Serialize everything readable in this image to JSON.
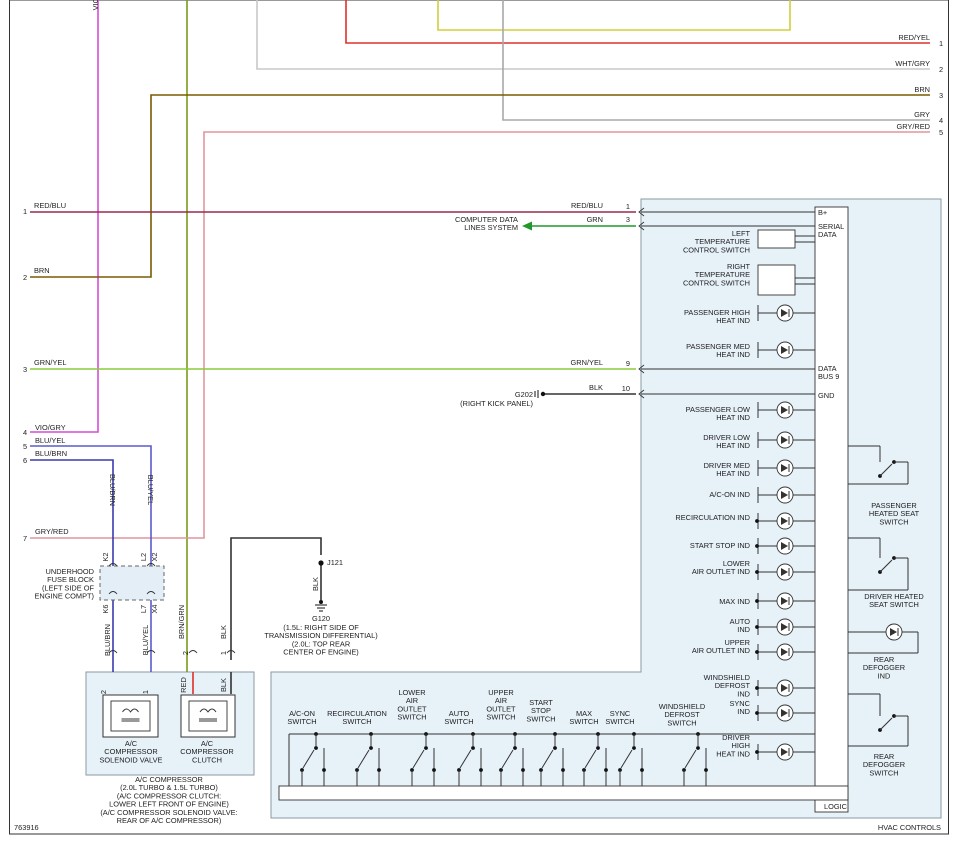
{
  "diagram": {
    "figure_id": "763916",
    "wires": [
      {
        "label": "VIO",
        "color": "#d44fd4"
      },
      {
        "label": "RED/YEL",
        "pin": "1",
        "color": "#e0302a"
      },
      {
        "label": "WHT/GRY",
        "pin": "2",
        "color": "#c4c4c4"
      },
      {
        "label": "BRN",
        "pin": "3",
        "color": "#7a5a00"
      },
      {
        "label": "GRY",
        "pin": "4",
        "color": "#a8a8a8"
      },
      {
        "label": "GRY/RED",
        "pin": "5",
        "color": "#e0969c"
      },
      {
        "label": "RED/BLU",
        "pin": "1",
        "color": "#9a2a50"
      },
      {
        "label": "GRN",
        "pin": "3",
        "color": "#1f9a2a"
      },
      {
        "label": "BRN",
        "pin": "2",
        "color": "#7a5a00"
      },
      {
        "label": "GRN/YEL",
        "pin": "3",
        "color": "#8ccc3a"
      },
      {
        "label": "GRN/YEL",
        "pin": "9",
        "color": "#8ccc3a"
      },
      {
        "label": "BLK",
        "pin": "10",
        "color": "#333333"
      },
      {
        "label": "VIO/GRY",
        "pin": "4",
        "color": "#e05ae0"
      },
      {
        "label": "BLU/YEL",
        "pin": "5",
        "color": "#5a5ad0"
      },
      {
        "label": "BLU/BRN",
        "pin": "6",
        "color": "#3a3ab0"
      },
      {
        "label": "GRY/RED",
        "pin": "7",
        "color": "#e0969c"
      }
    ],
    "vertical_wire_labels": {
      "blu_brn": "BLU/BRN",
      "blu_yel": "BLU/YEL",
      "brn_grn": "BRN/GRN",
      "blk": "BLK",
      "red": "RED"
    },
    "computer_data": "COMPUTER DATA\nLINES SYSTEM",
    "ground_g202": {
      "name": "G202",
      "note": "(RIGHT KICK PANEL)"
    },
    "splice_j121": "J121",
    "ground_g120": {
      "name": "G120",
      "notes": "(1.5L: RIGHT SIDE OF\nTRANSMISSION DIFFERENTIAL)\n(2.0L: TOP REAR\nCENTER OF ENGINE)"
    },
    "fuse_block": "UNDERHOOD\nFUSE BLOCK\n(LEFT SIDE OF\nENGINE COMPT)",
    "fuse_pins": {
      "k2": "K2",
      "l2": "L2",
      "x2t": "X2",
      "k6": "K6",
      "l7": "L7",
      "x4": "X4"
    },
    "compressor": {
      "solenoid": "A/C\nCOMPRESSOR\nSOLENOID VALVE",
      "clutch": "A/C\nCOMPRESSOR\nCLUTCH",
      "caption": "A/C COMPRESSOR\n(2.0L TURBO & 1.5L TURBO)\n(A/C COMPRESSOR CLUTCH:\nLOWER LEFT FRONT OF ENGINE)\n(A/C COMPRESSOR SOLENOID VALVE:\nREAR OF A/C COMPRESSOR)"
    },
    "hvac": {
      "title": "HVAC CONTROLS",
      "logic": "LOGIC",
      "pins": {
        "b_plus": "B+",
        "serial_data": "SERIAL\nDATA",
        "data_bus": "DATA\nBUS 9",
        "gnd": "GND"
      },
      "left_items": [
        "LEFT\nTEMPERATURE\nCONTROL SWITCH",
        "RIGHT\nTEMPERATURE\nCONTROL SWITCH",
        "PASSENGER HIGH\nHEAT IND",
        "PASSENGER MED\nHEAT IND",
        "PASSENGER LOW\nHEAT IND",
        "DRIVER LOW\nHEAT IND",
        "DRIVER MED\nHEAT IND",
        "A/C-ON IND",
        "RECIRCULATION IND",
        "START STOP IND",
        "LOWER\nAIR OUTLET IND",
        "MAX IND",
        "AUTO\nIND",
        "UPPER\nAIR OUTLET IND",
        "WINDSHIELD\nDEFROST\nIND",
        "SYNC\nIND",
        "DRIVER\nHIGH\nHEAT IND"
      ],
      "right_items": [
        "PASSENGER\nHEATED SEAT\nSWITCH",
        "DRIVER HEATED\nSEAT SWITCH",
        "REAR\nDEFOGGER\nIND",
        "REAR\nDEFOGGER\nSWITCH"
      ],
      "bottom_switches": [
        "A/C-ON\nSWITCH",
        "RECIRCULATION\nSWITCH",
        "LOWER\nAIR\nOUTLET\nSWITCH",
        "AUTO\nSWITCH",
        "UPPER\nAIR\nOUTLET\nSWITCH",
        "START\nSTOP\nSWITCH",
        "MAX\nSWITCH",
        "SYNC\nSWITCH",
        "WINDSHIELD\nDEFROST\nSWITCH"
      ]
    }
  }
}
